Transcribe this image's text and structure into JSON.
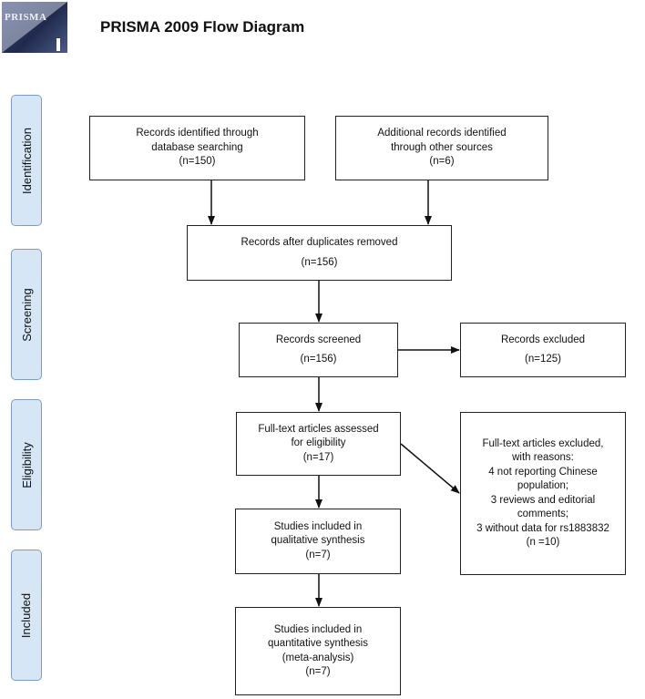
{
  "header": {
    "logo_text": "PRISMA",
    "title": "PRISMA 2009 Flow Diagram"
  },
  "stages": {
    "identification": "Identification",
    "screening": "Screening",
    "eligibility": "Eligibility",
    "included": "Included"
  },
  "boxes": {
    "database": [
      "Records identified  through",
      "database searching",
      "(n=150)"
    ],
    "other_sources": [
      "Additional records identified",
      "through other sources",
      "(n=6)"
    ],
    "duplicates_removed": [
      "Records after duplicates  removed",
      "(n=156)"
    ],
    "screened": [
      "Records screened",
      "(n=156)"
    ],
    "excluded": [
      "Records excluded",
      "(n=125)"
    ],
    "fulltext_assessed": [
      "Full-text articles assessed",
      "for eligibility",
      "(n=17)"
    ],
    "fulltext_excluded": [
      "Full-text articles excluded,",
      "with reasons:",
      "4 not reporting Chinese",
      "population;",
      "3 reviews and editorial",
      "comments;",
      "3 without data for rs1883832",
      "(n =10)"
    ],
    "qualitative": [
      "Studies included  in",
      "qualitative synthesis",
      "(n=7)"
    ],
    "quantitative": [
      "Studies included  in",
      "quantitative  synthesis",
      "(meta-analysis)",
      "(n=7)"
    ]
  }
}
